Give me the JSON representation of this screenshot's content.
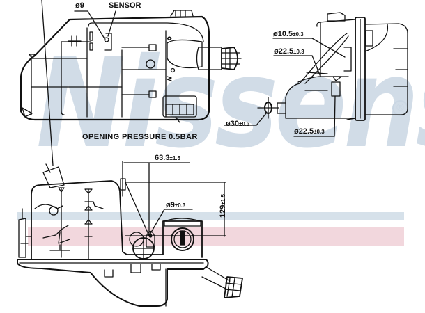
{
  "watermark": {
    "brand": "Nissens",
    "registered_mark": "®",
    "colors": {
      "logo": "#c9d6e3",
      "band_blue": "#d6e1ea",
      "band_pink": "#f2d7dd"
    }
  },
  "drawing": {
    "subject": "coolant expansion tank",
    "line_color": "#111111",
    "top_view": {
      "labels": {
        "sensor_diameter": "ø9",
        "sensor": "SENSOR",
        "opening_pressure": "OPENING PRESSURE 0.5BAR"
      }
    },
    "side_view": {
      "labels": {
        "dim_1": {
          "main": "ø10.5",
          "tol": "±0.3"
        },
        "dim_2": {
          "main": "ø22.5",
          "tol": "±0.3"
        },
        "dim_3": {
          "main": "ø30",
          "tol": "±0.3"
        },
        "dim_4": {
          "main": "ø22.5",
          "tol": "±0.3"
        }
      }
    },
    "front_view": {
      "labels": {
        "horizontal": {
          "main": "63.3",
          "tol": "±1.5"
        },
        "vertical": {
          "main": "129",
          "tol": "±1.5"
        },
        "hole": {
          "main": "ø9",
          "tol": "±0.3"
        }
      }
    }
  }
}
